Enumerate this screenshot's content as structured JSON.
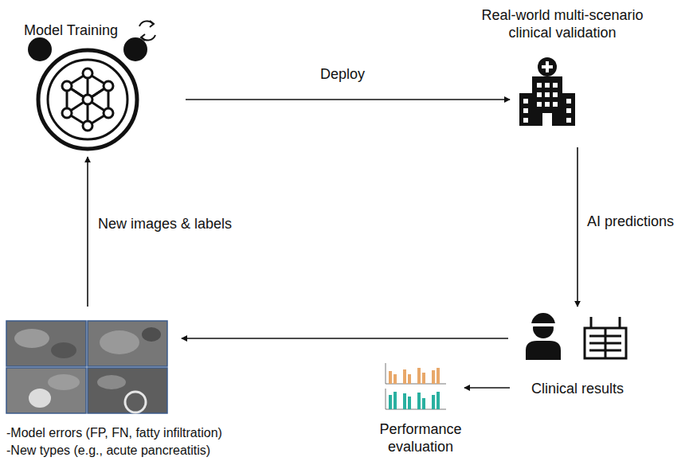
{
  "diagram": {
    "nodes": [
      {
        "text": [
          "Model Training"
        ]
      },
      {
        "text": [
          "Real-world multi-scenario clinical validation"
        ]
      },
      {
        "text": [
          "Clinical results"
        ]
      },
      {
        "text": [
          "Performance evaluation"
        ]
      },
      {
        "text": [
          "-Model errors (FP, FN, fatty infiltration)",
          "-New types (e.g., acute pancreatitis)"
        ]
      }
    ],
    "edges": [
      {
        "from": 0,
        "to": 1,
        "label": "Deploy",
        "arrow": "to"
      },
      {
        "from": 1,
        "to": 2,
        "label": "AI predictions",
        "arrow": "to"
      },
      {
        "from": 2,
        "to": 4,
        "arrow": "to"
      },
      {
        "from": 2,
        "to": 3,
        "arrow": "to"
      },
      {
        "from": 4,
        "to": 0,
        "label": "New images & labels",
        "arrow": "to"
      }
    ]
  }
}
